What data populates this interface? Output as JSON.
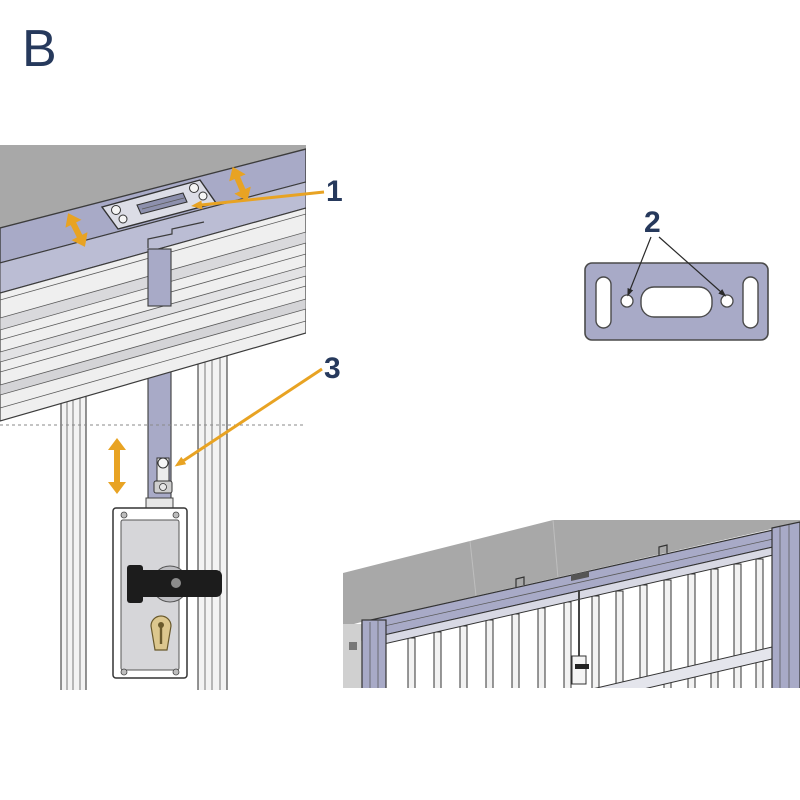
{
  "panel_letter": "B",
  "callouts": {
    "rail_plate": "1",
    "plate_holes": "2",
    "rod_screw": "3"
  },
  "colors": {
    "label": "#26395c",
    "arrow": "#e8a323",
    "rail": "#a8aac7",
    "ceiling": "#a8a8a8",
    "outline": "#3c3c3c"
  }
}
